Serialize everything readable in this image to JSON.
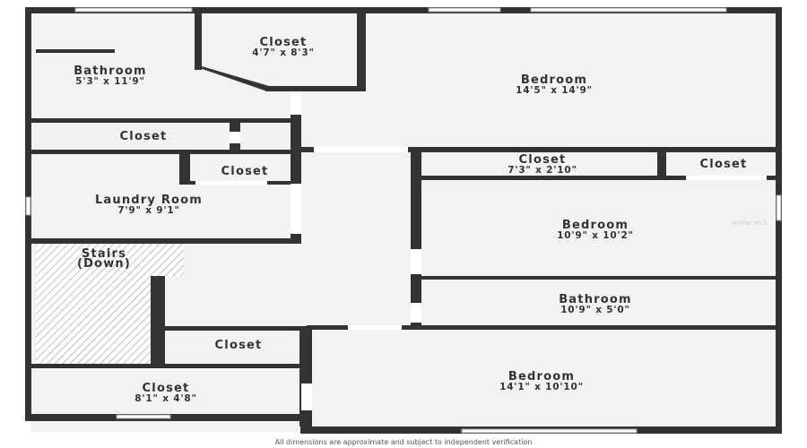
{
  "rooms": {
    "closet_top": {
      "name": "Closet",
      "dims": "4'7\" x 8'3\""
    },
    "bathroom_1": {
      "name": "Bathroom",
      "dims": "5'3\" x 11'9\""
    },
    "bedroom_1": {
      "name": "Bedroom",
      "dims": "14'5\" x 14'9\""
    },
    "closet_hall": {
      "name": "Closet"
    },
    "closet_laundry": {
      "name": "Closet"
    },
    "laundry": {
      "name": "Laundry Room",
      "dims": "7'9\" x 9'1\""
    },
    "closet_mid": {
      "name": "Closet",
      "dims": "7'3\" x 2'10\""
    },
    "closet_right": {
      "name": "Closet"
    },
    "bedroom_2": {
      "name": "Bedroom",
      "dims": "10'9\" x 10'2\""
    },
    "stairs": {
      "name_line1": "Stairs",
      "name_line2": "(Down)"
    },
    "bathroom_2": {
      "name": "Bathroom",
      "dims": "10'9\" x 5'0\""
    },
    "closet_lower": {
      "name": "Closet"
    },
    "closet_bottom": {
      "name": "Closet",
      "dims": "8'1\" x 4'8\""
    },
    "bedroom_3": {
      "name": "Bedroom",
      "dims": "14'1\" x 10'10\""
    }
  },
  "footer": "All dimensions are approximate and subject to independent verification",
  "watermark": "Stellar MLS",
  "colors": {
    "wall": "#333333",
    "floor": "#f2f2f2",
    "window": "#ffffff"
  }
}
